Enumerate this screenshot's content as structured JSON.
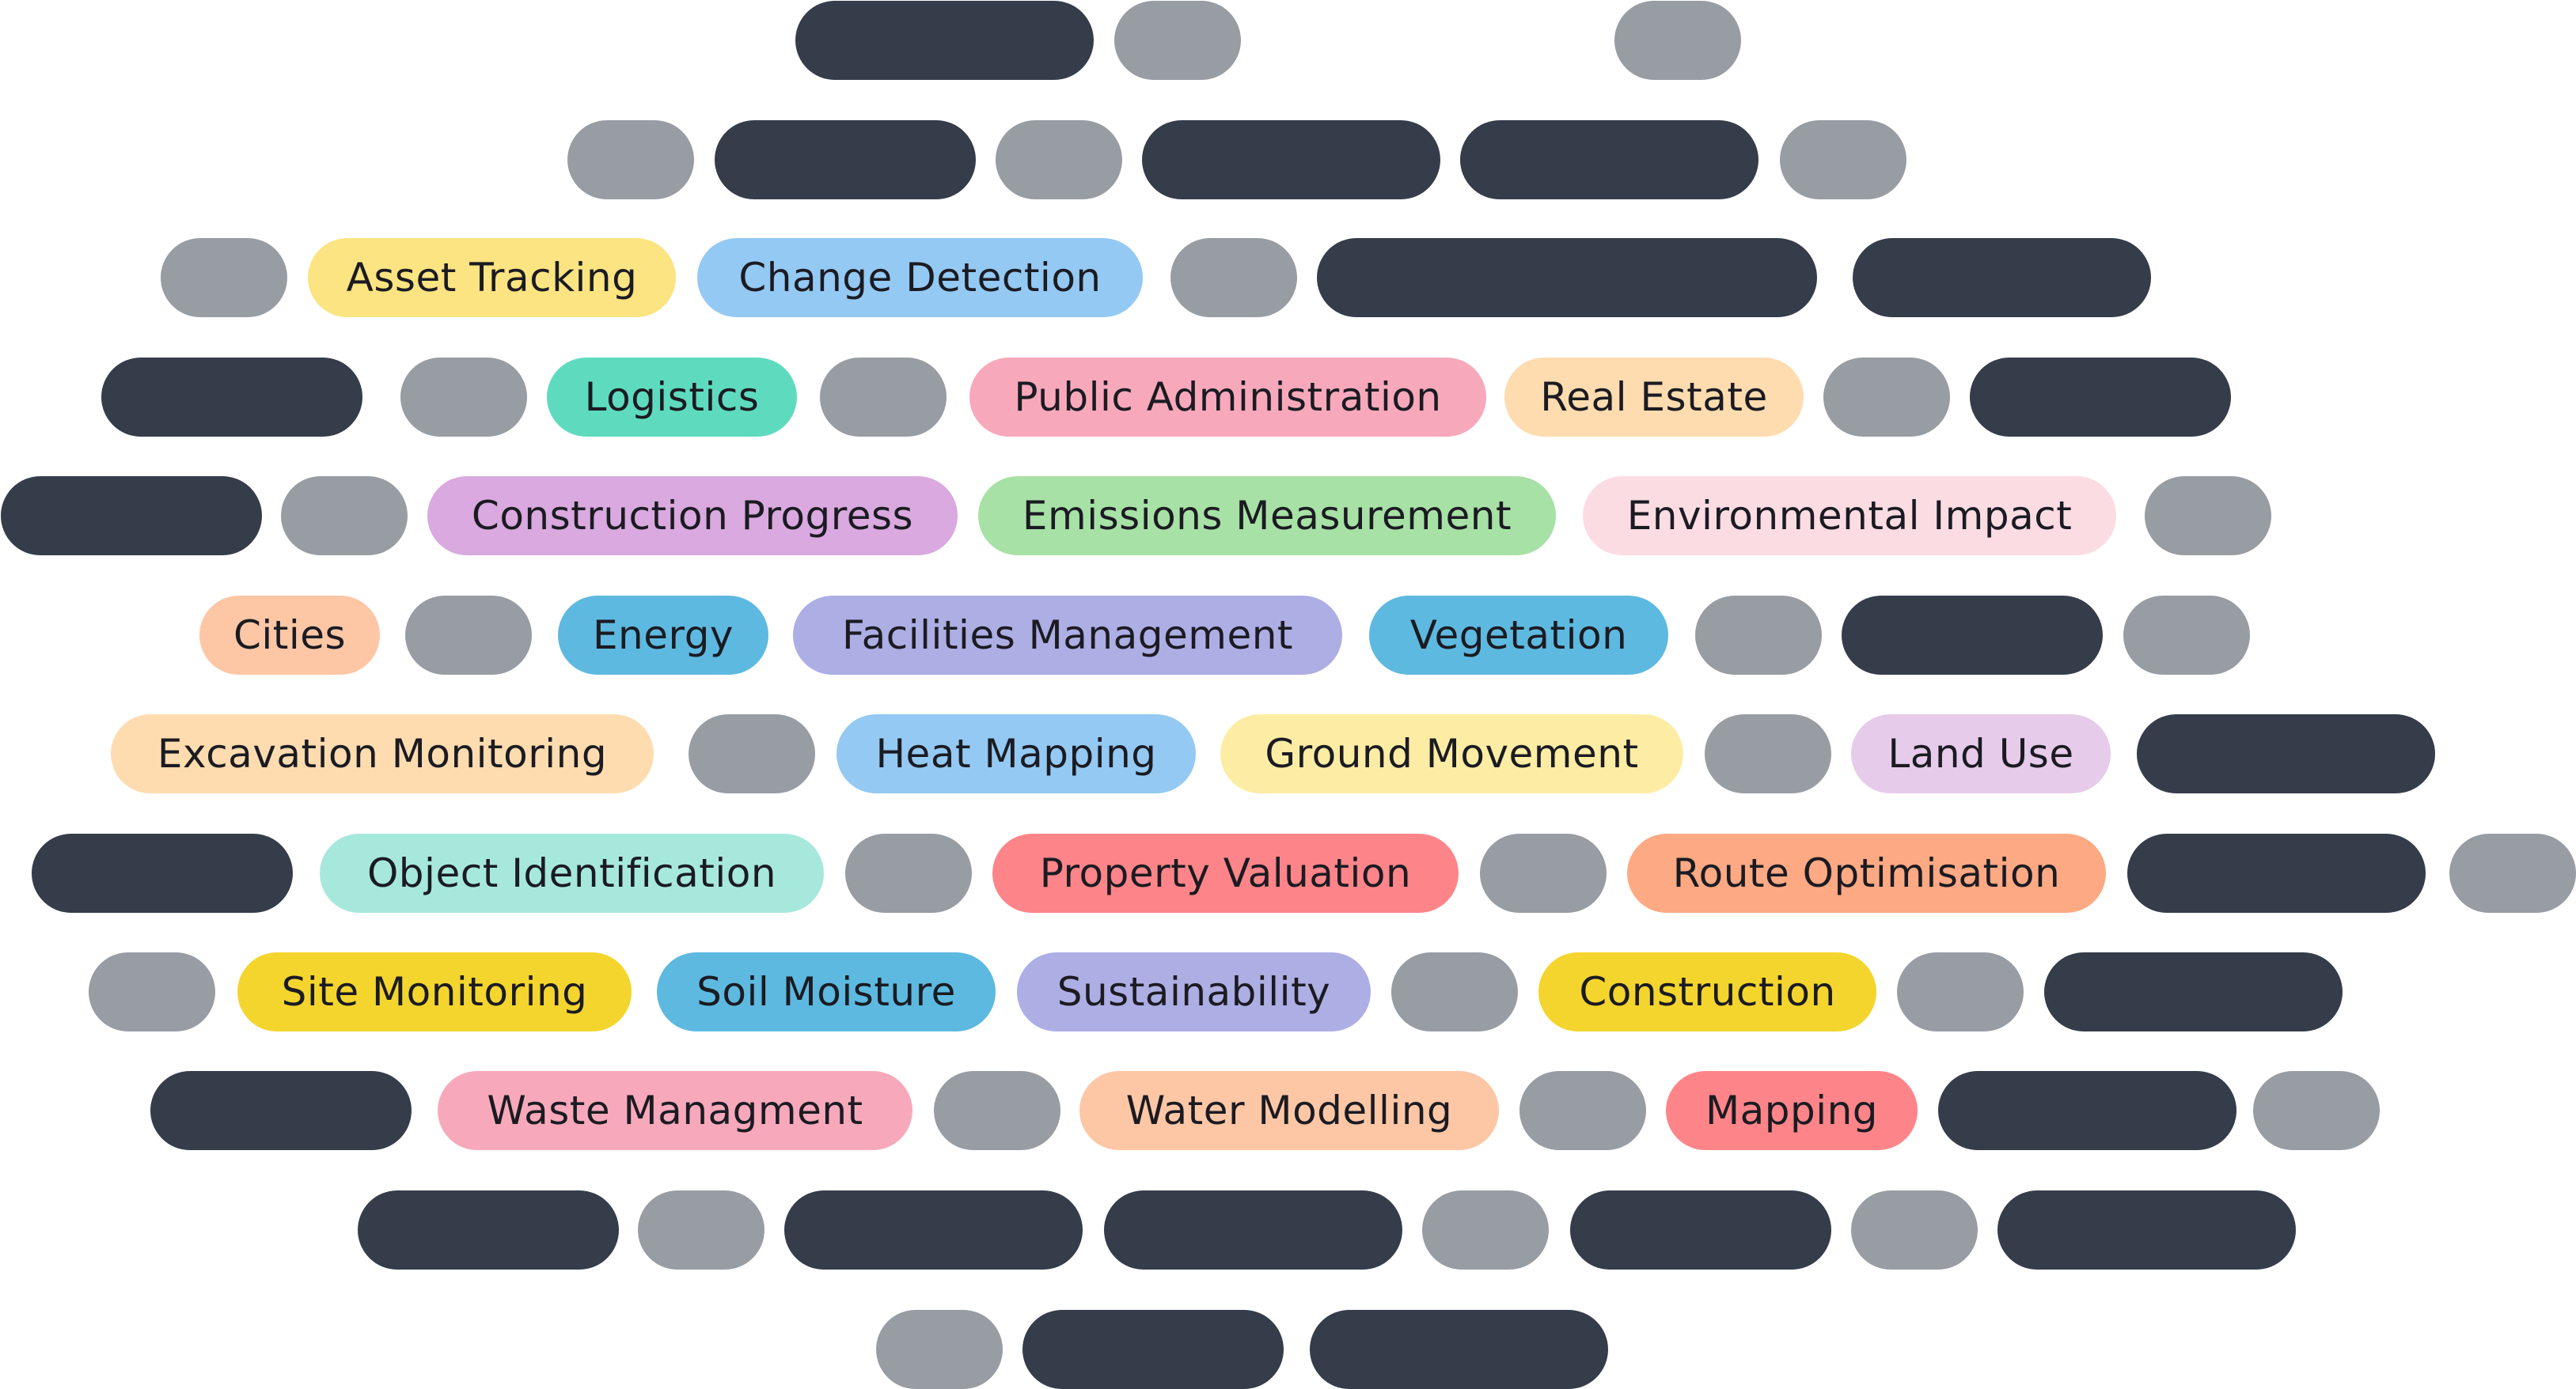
{
  "colors": {
    "dark": "#353c4a",
    "gray": "#989ca3",
    "text": "#1b1b22"
  },
  "tags": {
    "asset_tracking": "Asset Tracking",
    "change_detection": "Change Detection",
    "logistics": "Logistics",
    "public_administration": "Public Administration",
    "real_estate": "Real Estate",
    "construction_progress": "Construction Progress",
    "emissions_measurement": "Emissions Measurement",
    "environmental_impact": "Environmental Impact",
    "cities": "Cities",
    "energy": "Energy",
    "facilities_management": "Facilities Management",
    "vegetation": "Vegetation",
    "excavation_monitoring": "Excavation Monitoring",
    "heat_mapping": "Heat Mapping",
    "ground_movement": "Ground Movement",
    "land_use": "Land Use",
    "object_identification": "Object Identification",
    "property_valuation": "Property Valuation",
    "route_optimisation": "Route Optimisation",
    "site_monitoring": "Site Monitoring",
    "soil_moisture": "Soil Moisture",
    "sustainability": "Sustainability",
    "construction": "Construction",
    "waste_managment": "Waste Managment",
    "water_modelling": "Water Modelling",
    "mapping": "Mapping"
  }
}
